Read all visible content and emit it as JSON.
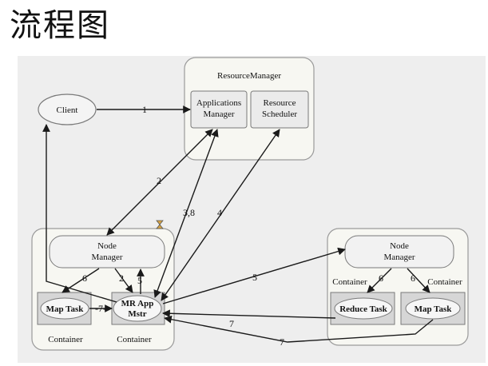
{
  "title": "流程图",
  "diagram": {
    "resource_manager": {
      "title": "ResourceManager",
      "applications_manager": [
        "Applications",
        "Manager"
      ],
      "resource_scheduler": [
        "Resource",
        "Scheduler"
      ]
    },
    "client": "Client",
    "left_node": {
      "node_manager": [
        "Node",
        "Manager"
      ],
      "map_task": "Map Task",
      "mr_app_master": [
        "MR App",
        "Mstr"
      ],
      "container_left": "Container",
      "container_right": "Container"
    },
    "right_node": {
      "node_manager": [
        "Node",
        "Manager"
      ],
      "container_left": "Container",
      "container_right": "Container",
      "reduce_task": "Reduce Task",
      "map_task": "Map Task"
    },
    "arrow_labels": {
      "a1": "1",
      "a2": "2",
      "a38": "3,8",
      "a4": "4",
      "a5_top": "5",
      "a5_right": "5",
      "a6_left": "6",
      "a2_inner": "2",
      "a6_rl": "6",
      "a6_rr": "6",
      "a7_inner": "-7-",
      "a7_upper": "7",
      "a7_lower": "7"
    },
    "hourglass_icon": "hourglass"
  }
}
